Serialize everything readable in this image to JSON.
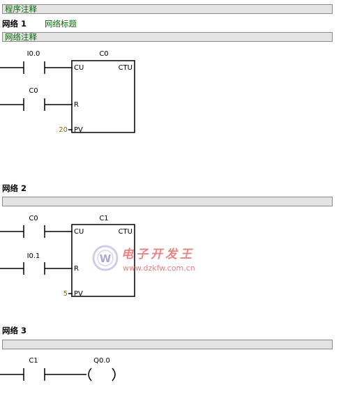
{
  "program_comment": "程序注释",
  "networks": [
    {
      "label": "网络 1",
      "title": "网络标题",
      "comment": "网络注释",
      "contacts": [
        "I0.0",
        "C0"
      ],
      "counter": {
        "name": "C0",
        "type": "CTU",
        "pins": [
          "CU",
          "R",
          "PV"
        ],
        "pv_value": "20"
      }
    },
    {
      "label": "网络 2",
      "title": "",
      "comment": "",
      "contacts": [
        "C0",
        "I0.1"
      ],
      "counter": {
        "name": "C1",
        "type": "CTU",
        "pins": [
          "CU",
          "R",
          "PV"
        ],
        "pv_value": "5"
      }
    },
    {
      "label": "网络 3",
      "title": "",
      "comment": "",
      "contacts": [
        "C1"
      ],
      "coil": "Q0.0"
    }
  ],
  "watermark": {
    "brand": "电子开发王",
    "url": "www.dzkfw.com.cn"
  },
  "colors": {
    "comment_text": "#0a6a0a",
    "pv_value": "#8b6a00",
    "comment_bar": "#e3e3e3",
    "watermark": "#d04545"
  }
}
